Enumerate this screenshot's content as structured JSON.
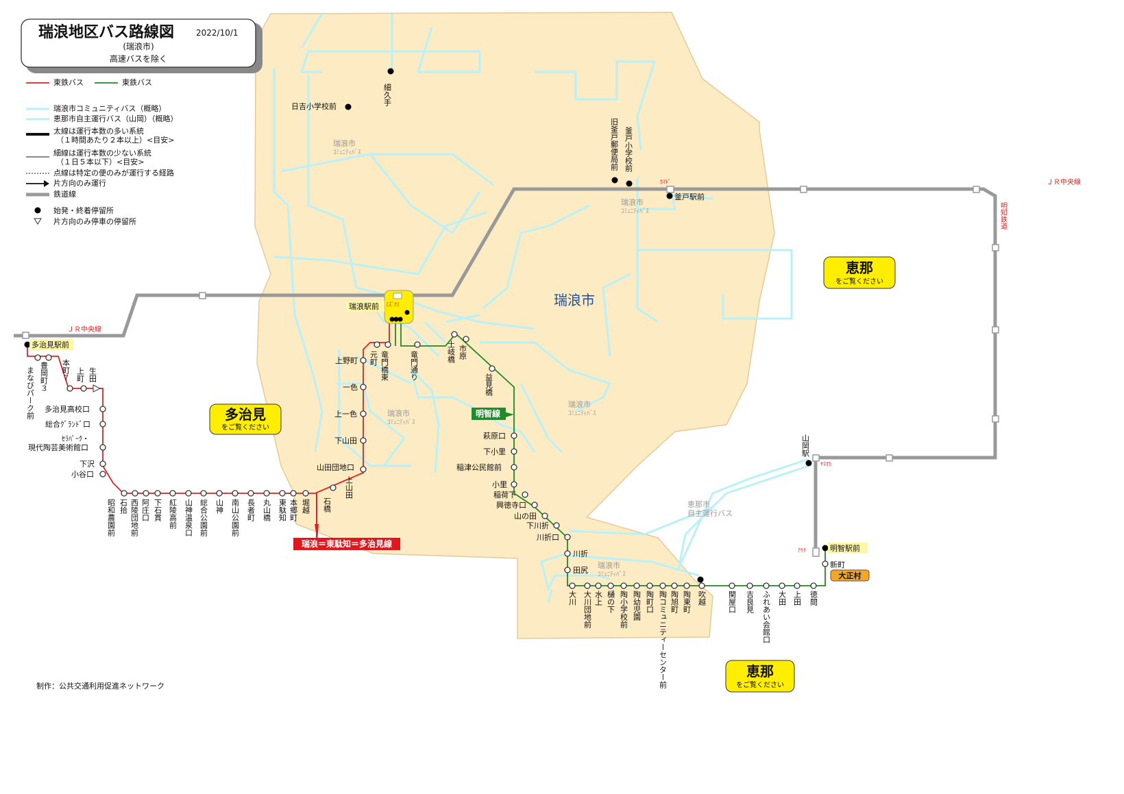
{
  "header": {
    "title": "瑞浪地区バス路線図",
    "date": "2022/10/1",
    "subtitle1": "(瑞浪市)",
    "subtitle2": "高速バスを除く"
  },
  "legend": {
    "red_label": "東鉄バス",
    "green_label": "東鉄バス",
    "cyan1_label": "瑞浪市コミュニティバス（概略）",
    "cyan2_label": "恵那市自主運行バス（山岡）（概略）",
    "thick_label1": "太線は運行本数の多い系統",
    "thick_label2": "（１時間あたり２本以上）<目安>",
    "thin_label1": "細線は運行本数の少ない系統",
    "thin_label2": "（１日５本以下）<目安>",
    "dotted_label": "点線は特定の便のみが運行する経路",
    "arrow_label": "片方向のみ運行",
    "rail_label": "鉄道線",
    "terminal_label": "始発・終着停留所",
    "oneway_stop_label": "片方向のみ停車の停留所"
  },
  "colors": {
    "red_route": "#e02020",
    "green_route": "#1f8a1f",
    "community": "#b8f2f8",
    "rail": "#999999",
    "area_fill": "#fdebc4",
    "area_border": "#e6c99a",
    "balloon": "#ffee00",
    "red_label_bg": "#e0181e",
    "green_label_bg": "#1e8c2a",
    "orange_label_bg": "#f5a623"
  },
  "labels": {
    "city": "瑞浪市",
    "jr_left": "ＪＲ中央線",
    "jr_right": "ＪＲ中央線",
    "akechi_railway": "明知鉄道",
    "kamado": "ｶﾏﾄﾞ",
    "mizunami_marker": "ﾐｽﾞﾅﾐ",
    "yamaoka_marker": "ﾔﾏｵｶ",
    "akechi_marker": "ｱｹﾁ",
    "community1": "瑞浪市",
    "community1b": "ｺﾐｭﾆﾃｨﾊﾞｽ",
    "community2": "瑞浪市",
    "community2b": "ｺﾐｭﾆﾃｨﾊﾞｽ",
    "community3": "瑞浪市",
    "community3b": "ｺﾐｭﾆﾃｨﾊﾞｽ",
    "community4": "瑞浪市",
    "community4b": "ｺﾐｭﾆﾃｨﾊﾞｽ",
    "community5": "瑞浪市",
    "community5b": "ｺﾐｭﾆﾃｨﾊﾞｽ",
    "ena_bus1": "恵那市",
    "ena_bus2": "自主運行バス",
    "tajimi_balloon": "多治見",
    "tajimi_balloon_sub": "をご覧ください",
    "ena_balloon_top": "恵那",
    "ena_balloon_top_sub": "をご覧ください",
    "ena_balloon_bottom": "恵那",
    "ena_balloon_bottom_sub": "をご覧ください",
    "red_line_name": "瑞浪＝東駄知＝多治見線",
    "green_line_name": "明智線",
    "taisho_village": "大正村",
    "credit": "制作：公共交通利用促進ネットワーク"
  },
  "stops": {
    "mizunami_st": "瑞浪駅前",
    "tajimi_st": "多治見駅前",
    "hosokute": "細久手",
    "hiyoshi": "日吉小学校前",
    "kyu_kamado": "旧釜戸郵便局前",
    "kamado_school": "釜戸小学校前",
    "kamado_st": "釜戸駅前",
    "yamaoka_st": "山岡駅",
    "akechi_st": "明智駅前",
    "shinmachi": "新町",
    "uenomachi": "上野町",
    "isshiki": "一色",
    "kamiisshiki": "上一色",
    "shimoyamada": "下山田",
    "yamada_danchi": "山田団地口",
    "motomachi": "元町",
    "tatsumon_east": "竜門橋東",
    "tatsumon_dori": "竜門通り",
    "tokibashi": "土岐橋",
    "ichihara": "市原",
    "masumibashi": "益見橋",
    "haiharaguchi": "萩原口",
    "shimokori": "下小里",
    "inazu": "稲津公民館前",
    "kori": "小里",
    "inarishita": "稲荷下",
    "kotokuji": "興徳寺口",
    "yamanoda": "山の田",
    "shimokawaori": "下川折",
    "kawaoriguchi": "川折口",
    "kawaori": "川折",
    "tajiri": "田尻",
    "manabi": "まなびパーク前",
    "toyooka": "豊岡町３",
    "honmachi": "本町７",
    "uemachi": "上町",
    "ikuta": "生田",
    "tajimi_hs": "多治見高校口",
    "sogo": "総合ｸﾞﾗﾝﾄﾞ口",
    "ceramic": "ｾﾗﾊﾟｰｸ・",
    "ceramic2": "現代陶芸美術館口",
    "shimosawa": "下沢",
    "koyaguchi": "小谷口",
    "bottom_red": [
      "昭和農園前",
      "石拾",
      "西陵団地前",
      "阿庄口",
      "下石貫",
      "紅陵高前",
      "山神温泉口",
      "総合公園前",
      "山神",
      "南山公園前",
      "長者町",
      "丸山橋",
      "東駄知",
      "本郷町",
      "堀越"
    ],
    "ishibashi": "石橋",
    "kamiyamada": "上山田",
    "bottom_green": [
      "大川",
      "大川団地前",
      "水上",
      "樋の下",
      "陶小学校前",
      "陶幼児園",
      "陶町口",
      "陶コミュニティーセンター前",
      "陶旭町",
      "陶東町",
      "吹越",
      "関屋口",
      "吉良見",
      "ふれあい会館口",
      "大田",
      "上田",
      "徳間"
    ]
  }
}
